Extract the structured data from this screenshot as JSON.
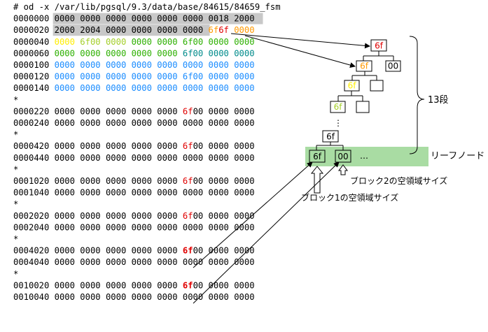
{
  "command": "# od -x /var/lib/pgsql/9.3/data/base/84615/84659_fsm",
  "colors": {
    "red": "#e00000",
    "orange": "#ff9900",
    "yellow": "#ffee00",
    "yellowgreen": "#a4cf2a",
    "green": "#2db000",
    "teal": "#008b8b",
    "blue": "#1a8cff",
    "gray": "#c8c8c8",
    "leafband": "#a9dca3"
  },
  "dump_lines": [
    {
      "type": "row",
      "offset": "0000000",
      "hl": true,
      "words": [
        [
          "0000",
          ""
        ],
        [
          "0000",
          ""
        ],
        [
          "0000",
          ""
        ],
        [
          "0000",
          ""
        ],
        [
          "0000",
          ""
        ],
        [
          "0000",
          ""
        ],
        [
          "0018",
          ""
        ],
        [
          "2000",
          ""
        ]
      ]
    },
    {
      "type": "row",
      "offset": "0000020",
      "hl": "partial",
      "words": [
        [
          "2000",
          ""
        ],
        [
          "2004",
          ""
        ],
        [
          "0000",
          ""
        ],
        [
          "0000",
          ""
        ],
        [
          "0000",
          ""
        ],
        [
          "0000",
          ""
        ],
        [
          "6f6f",
          "mixed"
        ],
        [
          "0000",
          "orange"
        ]
      ]
    },
    {
      "type": "row",
      "offset": "0000040",
      "words": [
        [
          "0000",
          "yellow"
        ],
        [
          "6f00",
          "yellowgreen"
        ],
        [
          "0000",
          "yellowgreen"
        ],
        [
          "0000",
          "green"
        ],
        [
          "0000",
          "green"
        ],
        [
          "6f00",
          "green"
        ],
        [
          "0000",
          "green"
        ],
        [
          "0000",
          "green"
        ]
      ]
    },
    {
      "type": "row",
      "offset": "0000060",
      "words": [
        [
          "0000",
          "green"
        ],
        [
          "0000",
          "green"
        ],
        [
          "0000",
          "green"
        ],
        [
          "0000",
          "green"
        ],
        [
          "0000",
          "green"
        ],
        [
          "6f00",
          "teal"
        ],
        [
          "0000",
          "teal"
        ],
        [
          "0000",
          "teal"
        ]
      ]
    },
    {
      "type": "row",
      "offset": "0000100",
      "words": [
        [
          "0000",
          "blue"
        ],
        [
          "0000",
          "blue"
        ],
        [
          "0000",
          "blue"
        ],
        [
          "0000",
          "blue"
        ],
        [
          "0000",
          "blue"
        ],
        [
          "0000",
          "blue"
        ],
        [
          "0000",
          "blue"
        ],
        [
          "0000",
          "blue"
        ]
      ]
    },
    {
      "type": "row",
      "offset": "0000120",
      "words": [
        [
          "0000",
          "blue"
        ],
        [
          "0000",
          "blue"
        ],
        [
          "0000",
          "blue"
        ],
        [
          "0000",
          "blue"
        ],
        [
          "0000",
          "blue"
        ],
        [
          "6f00",
          "blue"
        ],
        [
          "0000",
          "blue"
        ],
        [
          "0000",
          "blue"
        ]
      ]
    },
    {
      "type": "row",
      "offset": "0000140",
      "words": [
        [
          "0000",
          "blue"
        ],
        [
          "0000",
          "blue"
        ],
        [
          "0000",
          "blue"
        ],
        [
          "0000",
          "blue"
        ],
        [
          "0000",
          "blue"
        ],
        [
          "0000",
          "blue"
        ],
        [
          "0000",
          "blue"
        ],
        [
          "0000",
          "blue"
        ]
      ]
    },
    {
      "type": "star",
      "text": "*"
    },
    {
      "type": "row",
      "offset": "0000220",
      "words": [
        [
          "0000",
          ""
        ],
        [
          "0000",
          ""
        ],
        [
          "0000",
          ""
        ],
        [
          "0000",
          ""
        ],
        [
          "0000",
          ""
        ],
        [
          "6f00",
          "red6f"
        ],
        [
          "0000",
          ""
        ],
        [
          "0000",
          ""
        ]
      ]
    },
    {
      "type": "row",
      "offset": "0000240",
      "words": [
        [
          "0000",
          ""
        ],
        [
          "0000",
          ""
        ],
        [
          "0000",
          ""
        ],
        [
          "0000",
          ""
        ],
        [
          "0000",
          ""
        ],
        [
          "0000",
          ""
        ],
        [
          "0000",
          ""
        ],
        [
          "0000",
          ""
        ]
      ]
    },
    {
      "type": "star",
      "text": "*"
    },
    {
      "type": "row",
      "offset": "0000420",
      "words": [
        [
          "0000",
          ""
        ],
        [
          "0000",
          ""
        ],
        [
          "0000",
          ""
        ],
        [
          "0000",
          ""
        ],
        [
          "0000",
          ""
        ],
        [
          "6f00",
          "red6f"
        ],
        [
          "0000",
          ""
        ],
        [
          "0000",
          ""
        ]
      ]
    },
    {
      "type": "row",
      "offset": "0000440",
      "words": [
        [
          "0000",
          ""
        ],
        [
          "0000",
          ""
        ],
        [
          "0000",
          ""
        ],
        [
          "0000",
          ""
        ],
        [
          "0000",
          ""
        ],
        [
          "0000",
          ""
        ],
        [
          "0000",
          ""
        ],
        [
          "0000",
          ""
        ]
      ]
    },
    {
      "type": "star",
      "text": "*"
    },
    {
      "type": "row",
      "offset": "0001020",
      "words": [
        [
          "0000",
          ""
        ],
        [
          "0000",
          ""
        ],
        [
          "0000",
          ""
        ],
        [
          "0000",
          ""
        ],
        [
          "0000",
          ""
        ],
        [
          "6f00",
          "red6f"
        ],
        [
          "0000",
          ""
        ],
        [
          "0000",
          ""
        ]
      ]
    },
    {
      "type": "row",
      "offset": "0001040",
      "words": [
        [
          "0000",
          ""
        ],
        [
          "0000",
          ""
        ],
        [
          "0000",
          ""
        ],
        [
          "0000",
          ""
        ],
        [
          "0000",
          ""
        ],
        [
          "0000",
          ""
        ],
        [
          "0000",
          ""
        ],
        [
          "0000",
          ""
        ]
      ]
    },
    {
      "type": "star",
      "text": "*"
    },
    {
      "type": "row",
      "offset": "0002020",
      "words": [
        [
          "0000",
          ""
        ],
        [
          "0000",
          ""
        ],
        [
          "0000",
          ""
        ],
        [
          "0000",
          ""
        ],
        [
          "0000",
          ""
        ],
        [
          "6f00",
          "red6f"
        ],
        [
          "0000",
          ""
        ],
        [
          "0000",
          ""
        ]
      ]
    },
    {
      "type": "row",
      "offset": "0002040",
      "words": [
        [
          "0000",
          ""
        ],
        [
          "0000",
          ""
        ],
        [
          "0000",
          ""
        ],
        [
          "0000",
          ""
        ],
        [
          "0000",
          ""
        ],
        [
          "0000",
          ""
        ],
        [
          "0000",
          ""
        ],
        [
          "0000",
          ""
        ]
      ]
    },
    {
      "type": "star",
      "text": "*"
    },
    {
      "type": "row",
      "offset": "0004020",
      "words": [
        [
          "0000",
          ""
        ],
        [
          "0000",
          ""
        ],
        [
          "0000",
          ""
        ],
        [
          "0000",
          ""
        ],
        [
          "0000",
          ""
        ],
        [
          "6f00",
          "red6fbold"
        ],
        [
          "0000",
          ""
        ],
        [
          "0000",
          ""
        ]
      ]
    },
    {
      "type": "row",
      "offset": "0004040",
      "words": [
        [
          "0000",
          ""
        ],
        [
          "0000",
          ""
        ],
        [
          "0000",
          ""
        ],
        [
          "0000",
          ""
        ],
        [
          "0000",
          ""
        ],
        [
          "0000",
          ""
        ],
        [
          "0000",
          ""
        ],
        [
          "0000",
          ""
        ]
      ]
    },
    {
      "type": "star",
      "text": "*"
    },
    {
      "type": "row",
      "offset": "0010020",
      "words": [
        [
          "0000",
          ""
        ],
        [
          "0000",
          ""
        ],
        [
          "0000",
          ""
        ],
        [
          "0000",
          ""
        ],
        [
          "0000",
          ""
        ],
        [
          "6f00",
          "red6fbold"
        ],
        [
          "0000",
          ""
        ],
        [
          "0000",
          ""
        ]
      ]
    },
    {
      "type": "row",
      "offset": "0010040",
      "words": [
        [
          "0000",
          ""
        ],
        [
          "0000",
          ""
        ],
        [
          "0000",
          ""
        ],
        [
          "0000",
          ""
        ],
        [
          "0000",
          ""
        ],
        [
          "0000",
          ""
        ],
        [
          "0000",
          ""
        ],
        [
          "0000",
          ""
        ]
      ]
    }
  ],
  "tree": {
    "root": "6f",
    "level2_left": "6f",
    "level2_right": "00",
    "level3_left": "6f",
    "level4_left": "6f",
    "ellipsis_vertical": "⋮",
    "leaf_parent": "6f",
    "leaf1": "6f",
    "leaf2": "00",
    "leaf_ellipsis": "…"
  },
  "labels": {
    "levels": "13段",
    "leaf_node": "リーフノード",
    "block2": "ブロック2の空領域サイズ",
    "block1": "ブロック1の空領域サイズ"
  }
}
